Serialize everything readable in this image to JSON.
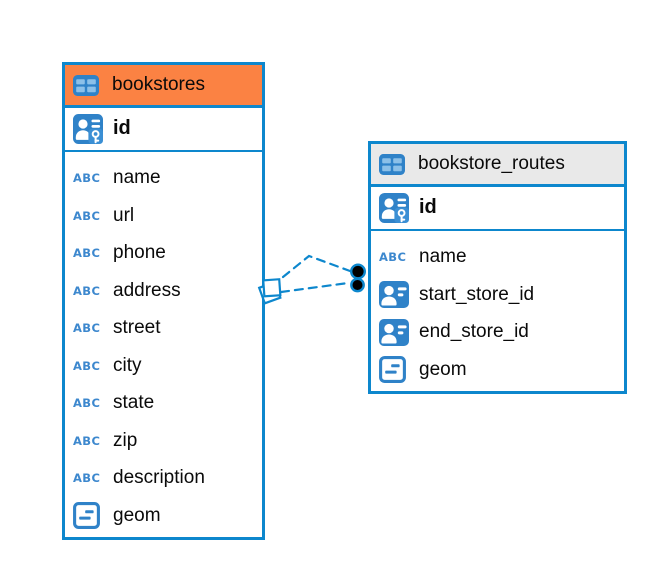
{
  "diagram": {
    "colors": {
      "table_border": "#0d87cd",
      "bookstores_header_bg": "#fb8243",
      "routes_header_bg": "#e9e9e9",
      "icon_blue": "#2f82c8",
      "icon_cell_light_blue": "#8cc0e8",
      "text_type_blue": "#3d88ce",
      "relationship_line_blue": "#0d87cd",
      "endpoint_dot_black": "#000000"
    },
    "icons": {
      "text_type_glyph": "ABC"
    },
    "tables": [
      {
        "name": "bookstores",
        "header_style": "orange",
        "columns": [
          {
            "name": "id",
            "type": "primary-key"
          },
          {
            "name": "name",
            "type": "text"
          },
          {
            "name": "url",
            "type": "text"
          },
          {
            "name": "phone",
            "type": "text"
          },
          {
            "name": "address",
            "type": "text"
          },
          {
            "name": "street",
            "type": "text"
          },
          {
            "name": "city",
            "type": "text"
          },
          {
            "name": "state",
            "type": "text"
          },
          {
            "name": "zip",
            "type": "text"
          },
          {
            "name": "description",
            "type": "text"
          },
          {
            "name": "geom",
            "type": "geometry"
          }
        ]
      },
      {
        "name": "bookstore_routes",
        "header_style": "gray",
        "columns": [
          {
            "name": "id",
            "type": "primary-key"
          },
          {
            "name": "name",
            "type": "text"
          },
          {
            "name": "start_store_id",
            "type": "reference"
          },
          {
            "name": "end_store_id",
            "type": "reference"
          },
          {
            "name": "geom",
            "type": "geometry"
          }
        ]
      }
    ],
    "relationships": [
      {
        "from": "bookstore_routes",
        "to": "bookstores",
        "line_style": "dashed",
        "path": "elbow"
      },
      {
        "from": "bookstore_routes",
        "to": "bookstores",
        "line_style": "dashed",
        "path": "straight"
      }
    ]
  }
}
